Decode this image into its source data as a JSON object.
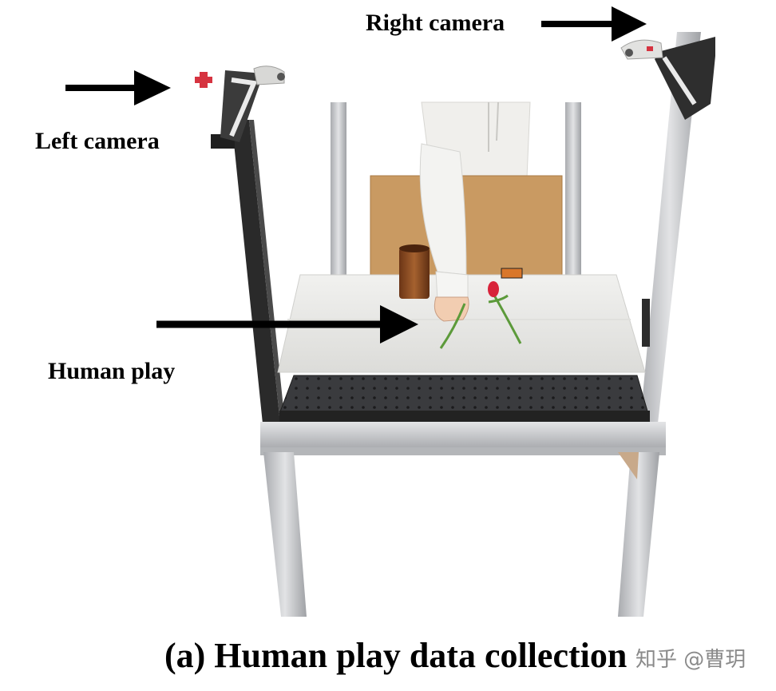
{
  "labels": {
    "right_camera": "Right camera",
    "left_camera": "Left camera",
    "human_play": "Human play"
  },
  "caption": "(a) Human play data collection",
  "watermark": "知乎 @曹玥",
  "colors": {
    "frame_aluminum": "#c9cbce",
    "frame_black": "#2a2a2a",
    "table_top": "#e9e9e6",
    "breadboard": "#3c3c3e",
    "cardboard": "#c99a62",
    "cup": "#8a4a22",
    "tulip": "#d8233a",
    "stem": "#5c9a3a",
    "sleeve": "#f3f3f1",
    "arrow": "#000000"
  }
}
